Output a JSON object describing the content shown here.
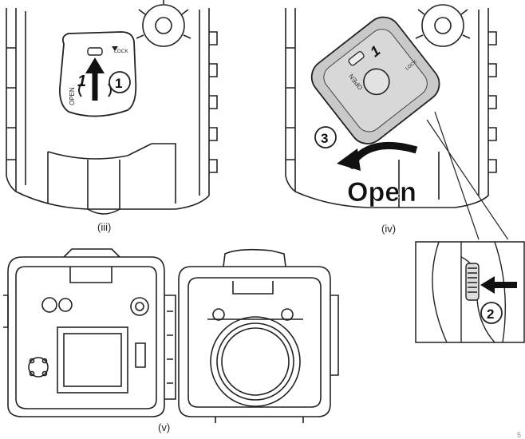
{
  "figures": {
    "iii": {
      "caption": "(iii)",
      "lock_label": "LOCK",
      "open_label": "OPEN",
      "number": "1",
      "step": "1"
    },
    "iv": {
      "caption": "(iv)",
      "lock_label": "LOCK",
      "open_label": "OPEN",
      "number": "1",
      "step_rotate": "3",
      "step_press": "2",
      "action": "Open"
    },
    "v": {
      "caption": "(v)"
    }
  },
  "page_number": "5"
}
